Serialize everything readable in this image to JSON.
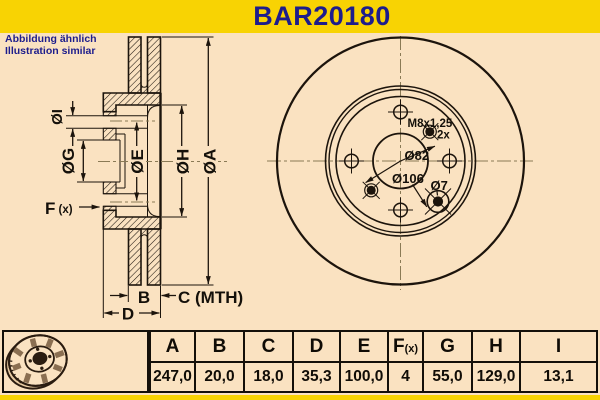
{
  "title": "BAR20180",
  "note": {
    "line1": "Abbildung ähnlich",
    "line2": "Illustration similar"
  },
  "colors": {
    "banner_yellow": "#F8D303",
    "background_cream": "#FAE2C1",
    "title_navy": "#1D1D8C",
    "line_black": "#14100a",
    "centerline_olive": "#8A7A55"
  },
  "section_view": {
    "dim_i": "ØI",
    "dim_g": "ØG",
    "dim_e": "ØE",
    "dim_h": "ØH",
    "dim_a": "ØA",
    "dim_f": "F",
    "dim_f_suffix": "(x)",
    "dim_b": "B",
    "dim_c": "C (MTH)",
    "dim_d": "D"
  },
  "front_view": {
    "thread_label": "M8x1,25",
    "thread_count": "2x",
    "dia_bore": "Ø82",
    "dia_bolt_circle": "Ø106",
    "dia_small_hole": "Ø7"
  },
  "spec_table": {
    "headers": [
      "A",
      "B",
      "C",
      "D",
      "E",
      "F",
      "G",
      "H",
      "I"
    ],
    "header_f_suffix": "(x)",
    "values": [
      "247,0",
      "20,0",
      "18,0",
      "35,3",
      "100,0",
      "4",
      "55,0",
      "129,0",
      "13,1"
    ]
  }
}
